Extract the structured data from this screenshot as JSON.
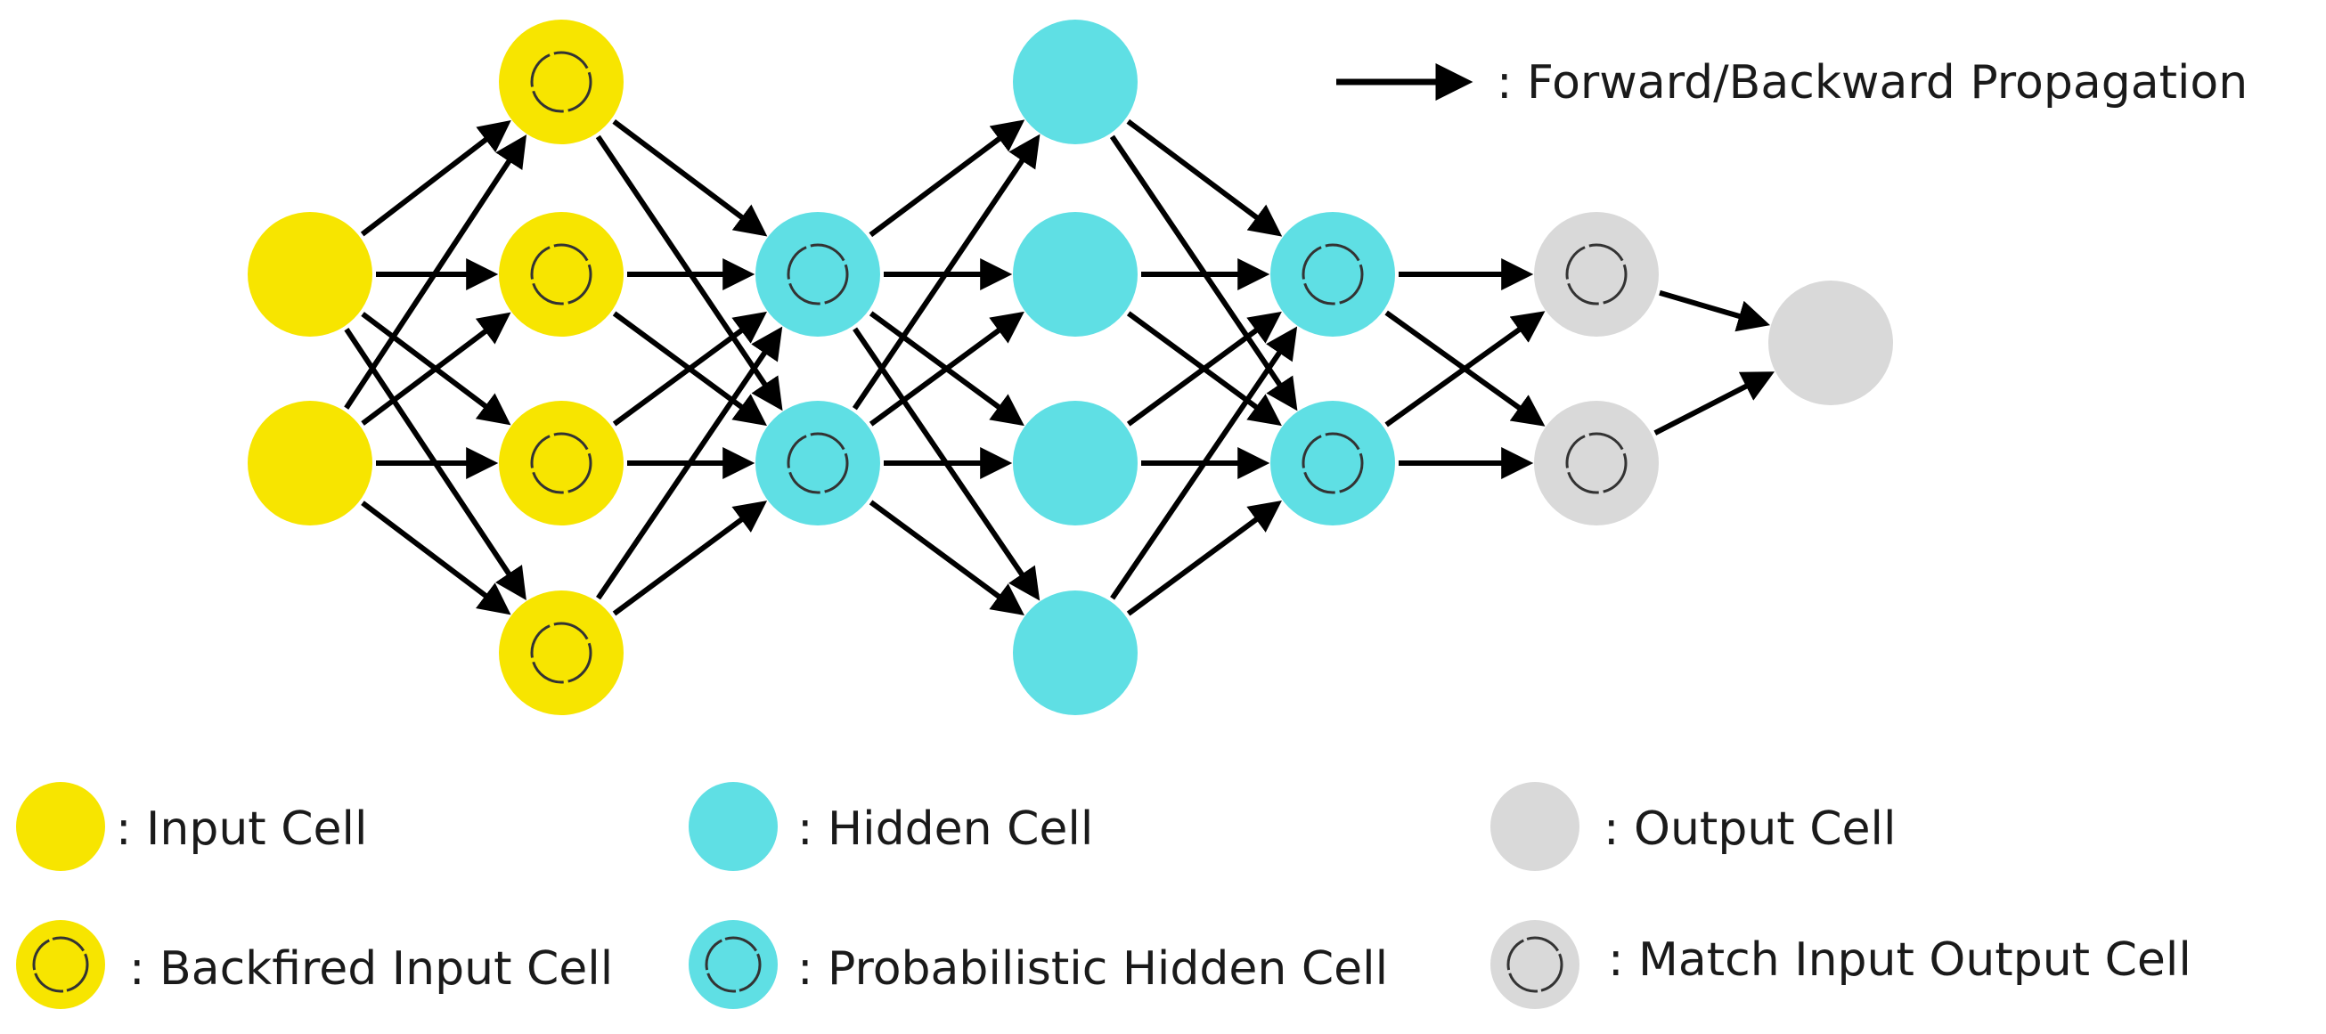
{
  "colors": {
    "input": "#f7e500",
    "hidden": "#5fdfe4",
    "output": "#d9d9d9",
    "edge": "#000000",
    "inner_ring": "#333333",
    "text": "#1a1a1a"
  },
  "propagation_legend": {
    "label": ":  Forward/Backward Propagation",
    "icon": "right-arrow-icon"
  },
  "legend": {
    "input_cell": ": Input Cell",
    "hidden_cell": ": Hidden Cell",
    "output_cell": ": Output Cell",
    "backfired_input_cell": ": Backfired Input Cell",
    "probabilistic_hidden_cell": ": Probabilistic Hidden Cell",
    "match_input_output_cell": ": Match Input Output Cell"
  },
  "network": {
    "layers": [
      {
        "type": "input",
        "ring": false,
        "count": 2
      },
      {
        "type": "input",
        "ring": true,
        "count": 4
      },
      {
        "type": "hidden",
        "ring": true,
        "count": 2
      },
      {
        "type": "hidden",
        "ring": false,
        "count": 4
      },
      {
        "type": "hidden",
        "ring": true,
        "count": 2
      },
      {
        "type": "output",
        "ring": true,
        "count": 2
      },
      {
        "type": "output",
        "ring": false,
        "count": 1
      }
    ],
    "connectivity": "fully-connected"
  }
}
